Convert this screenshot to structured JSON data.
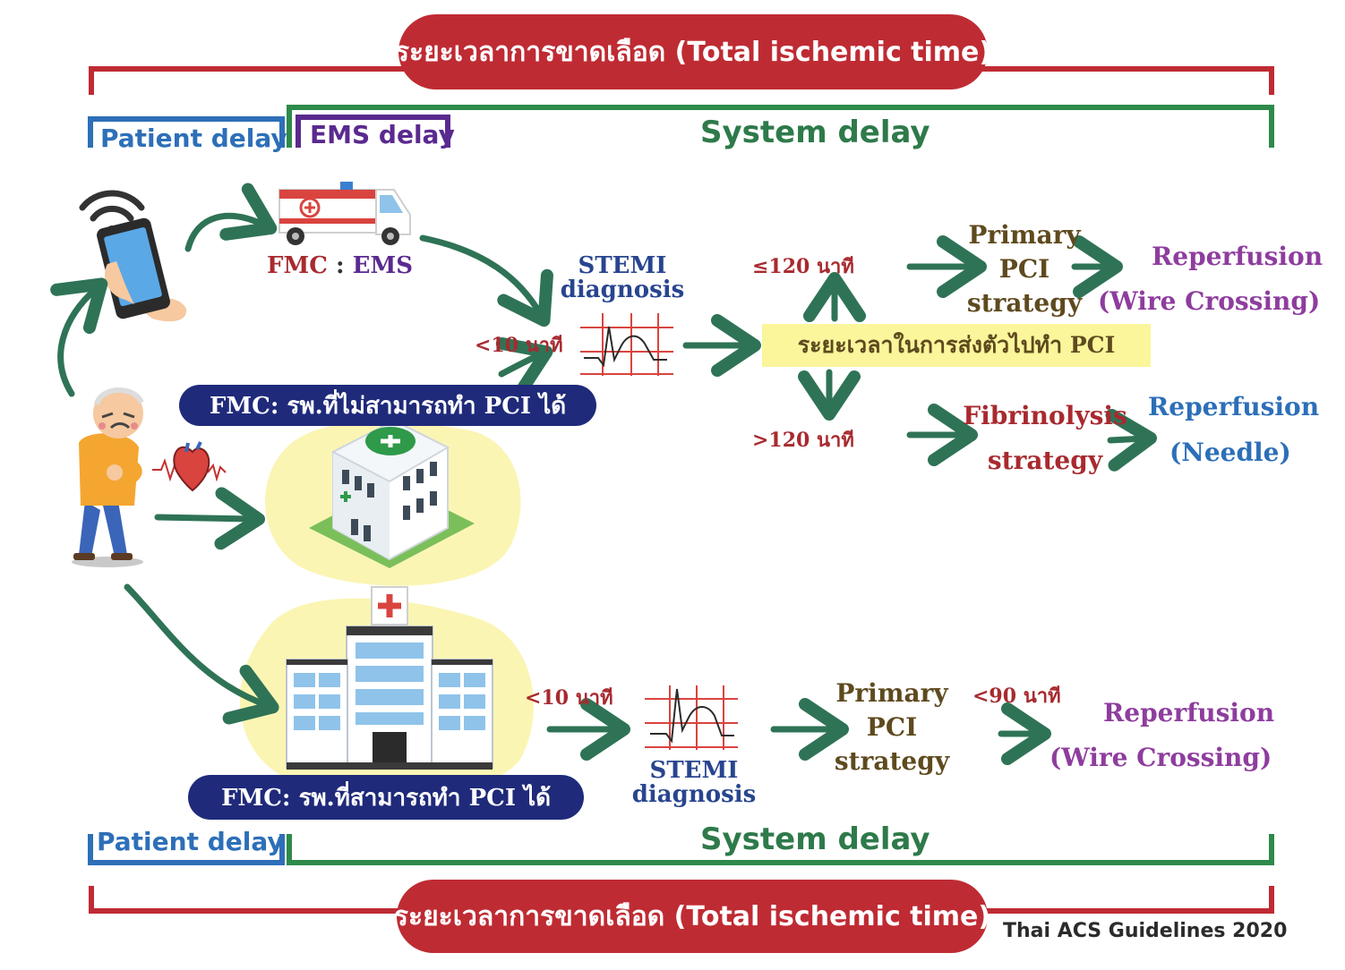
{
  "title_top": "ระยะเวลาการขาดเลือด (Total ischemic time)",
  "title_bottom": "ระยะเวลาการขาดเลือด (Total ischemic time)",
  "credit": "Thai ACS Guidelines 2020",
  "top_brackets": {
    "patient_delay": "Patient delay",
    "ems_delay": "EMS delay",
    "system_delay": "System delay"
  },
  "bottom_brackets": {
    "patient_delay": "Patient delay",
    "system_delay": "System delay"
  },
  "ems_path": {
    "fmc_label": "FMC",
    "fmc_separator": ":",
    "fmc_ems": "EMS",
    "stemi_diagnosis": "STEMI\ndiagnosis",
    "time_to_ecg": "<10 นาที",
    "transfer_time_box": "ระยะเวลาในการส่งตัวไปทำ PCI",
    "branch_fast": "≤120 นาที",
    "branch_slow": ">120 นาที",
    "primary_pci": "Primary\nPCI\nstrategy",
    "reperfusion_wire": "Reperfusion",
    "wire_crossing": "(Wire Crossing)",
    "fibrinolysis": "Fibrinolysis\nstrategy",
    "reperfusion_needle": "Reperfusion",
    "needle": "(Needle)"
  },
  "non_pci_hospital": {
    "fmc_label": "FMC: รพ.ที่ไม่สามารถทำ PCI ได้"
  },
  "pci_hospital_path": {
    "fmc_label": "FMC: รพ.ที่สามารถทำ PCI ได้",
    "time_to_ecg": "<10 นาที",
    "stemi_diagnosis": "STEMI\ndiagnosis",
    "primary_pci": "Primary\nPCI\nstrategy",
    "time_to_wire": "<90 นาที",
    "reperfusion": "Reperfusion",
    "wire_crossing": "(Wire Crossing)"
  },
  "icons": [
    "phone-wifi-icon",
    "ambulance-icon",
    "patient-chest-pain-icon",
    "heart-icon",
    "ecg-icon",
    "clinic-icon",
    "hospital-icon"
  ],
  "colors": {
    "red": "#bf2b33",
    "blue": "#2d6fb8",
    "purple": "#5a2a8f",
    "green": "#2e7a4a",
    "navy": "#1f2a7a",
    "arrow": "#2f7356",
    "highlight": "#fbf59b"
  }
}
